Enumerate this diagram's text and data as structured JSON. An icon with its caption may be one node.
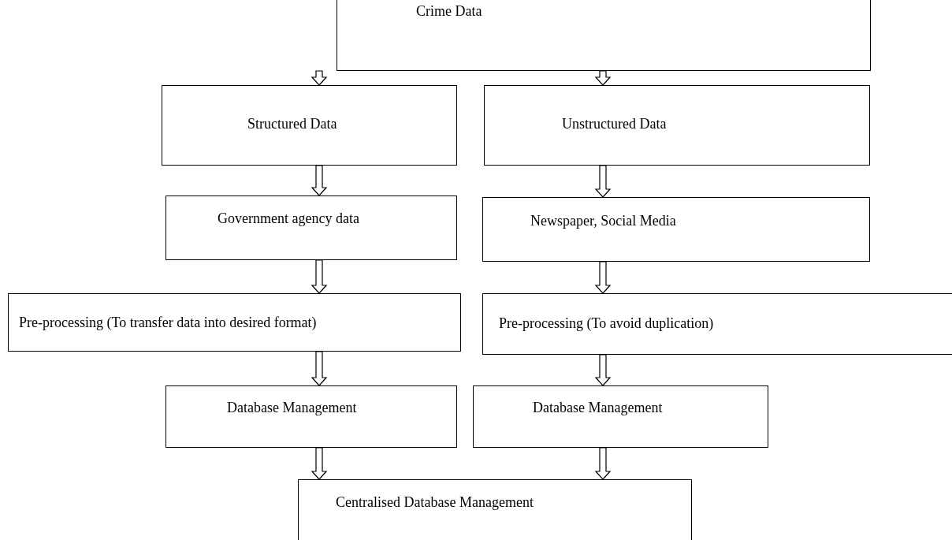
{
  "diagram": {
    "nodes": [
      {
        "text": [
          "Crime Data"
        ]
      },
      {
        "text": [
          "Structured Data"
        ]
      },
      {
        "text": [
          "Unstructured Data"
        ]
      },
      {
        "text": [
          "Government agency data"
        ]
      },
      {
        "text": [
          "Newspaper, Social Media"
        ]
      },
      {
        "text": [
          "Pre-processing (To transfer data into desired format)"
        ]
      },
      {
        "text": [
          "Pre-processing (To avoid duplication)"
        ]
      },
      {
        "text": [
          "Database Management"
        ]
      },
      {
        "text": [
          "Database Management"
        ]
      },
      {
        "text": [
          "Centralised Database Management"
        ]
      }
    ],
    "edges": [
      {
        "from": 0,
        "to": 1,
        "arrow": "to"
      },
      {
        "from": 0,
        "to": 2,
        "arrow": "to"
      },
      {
        "from": 1,
        "to": 3,
        "arrow": "to"
      },
      {
        "from": 2,
        "to": 4,
        "arrow": "to"
      },
      {
        "from": 3,
        "to": 5,
        "arrow": "to"
      },
      {
        "from": 4,
        "to": 6,
        "arrow": "to"
      },
      {
        "from": 5,
        "to": 7,
        "arrow": "to"
      },
      {
        "from": 6,
        "to": 8,
        "arrow": "to"
      },
      {
        "from": 7,
        "to": 9,
        "arrow": "to"
      },
      {
        "from": 8,
        "to": 9,
        "arrow": "to"
      }
    ]
  }
}
